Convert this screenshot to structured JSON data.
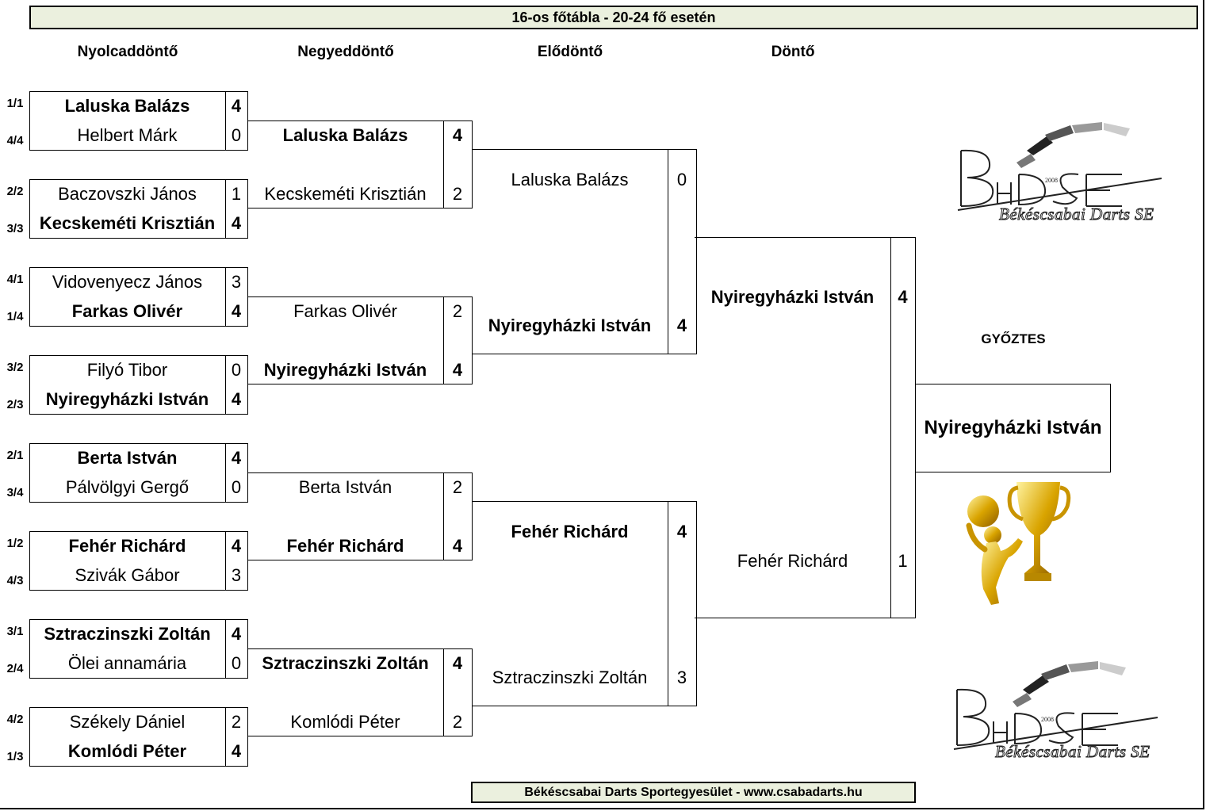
{
  "title": "16-os főtábla - 20-24 fő esetén",
  "footer": "Békéscsabai Darts Sportegyesület - www.csabadarts.hu",
  "rounds": {
    "r16": "Nyolcaddöntő",
    "qf": "Negyeddöntő",
    "sf": "Elődöntő",
    "final": "Döntő"
  },
  "winner_label": "GYŐZTES",
  "winner_name": "Nyiregyházki István",
  "logo_text": "Békéscsabai Darts SE",
  "logo_year": "2008",
  "accent_bg": "#ebf0de",
  "r16": [
    {
      "seed1": "1/1",
      "p1": "Laluska Balázs",
      "s1": "4",
      "seed2": "4/4",
      "p2": "Helbert Márk",
      "s2": "0"
    },
    {
      "seed1": "2/2",
      "p1": "Baczovszki János",
      "s1": "1",
      "seed2": "3/3",
      "p2": "Kecskeméti Krisztián",
      "s2": "4"
    },
    {
      "seed1": "4/1",
      "p1": "Vidovenyecz János",
      "s1": "3",
      "seed2": "1/4",
      "p2": "Farkas Olivér",
      "s2": "4"
    },
    {
      "seed1": "3/2",
      "p1": "Filyó Tibor",
      "s1": "0",
      "seed2": "2/3",
      "p2": "Nyiregyházki István",
      "s2": "4"
    },
    {
      "seed1": "2/1",
      "p1": "Berta István",
      "s1": "4",
      "seed2": "3/4",
      "p2": "Pálvölgyi Gergő",
      "s2": "0"
    },
    {
      "seed1": "1/2",
      "p1": "Fehér Richárd",
      "s1": "4",
      "seed2": "4/3",
      "p2": "Szivák Gábor",
      "s2": "3"
    },
    {
      "seed1": "3/1",
      "p1": "Sztraczinszki Zoltán",
      "s1": "4",
      "seed2": "2/4",
      "p2": "Ölei annamária",
      "s2": "0"
    },
    {
      "seed1": "4/2",
      "p1": "Székely Dániel",
      "s1": "2",
      "seed2": "1/3",
      "p2": "Komlódi Péter",
      "s2": "4"
    }
  ],
  "qf": [
    {
      "p1": "Laluska Balázs",
      "s1": "4",
      "p2": "Kecskeméti Krisztián",
      "s2": "2"
    },
    {
      "p1": "Farkas Olivér",
      "s1": "2",
      "p2": "Nyiregyházki István",
      "s2": "4"
    },
    {
      "p1": "Berta István",
      "s1": "2",
      "p2": "Fehér Richárd",
      "s2": "4"
    },
    {
      "p1": "Sztraczinszki Zoltán",
      "s1": "4",
      "p2": "Komlódi Péter",
      "s2": "2"
    }
  ],
  "sf": [
    {
      "p1": "Laluska Balázs",
      "s1": "0",
      "p2": "Nyiregyházki István",
      "s2": "4"
    },
    {
      "p1": "Fehér Richárd",
      "s1": "4",
      "p2": "Sztraczinszki Zoltán",
      "s2": "3"
    }
  ],
  "final": [
    {
      "p1": "Nyiregyházki István",
      "s1": "4",
      "p2": "Fehér Richárd",
      "s2": "1"
    }
  ]
}
